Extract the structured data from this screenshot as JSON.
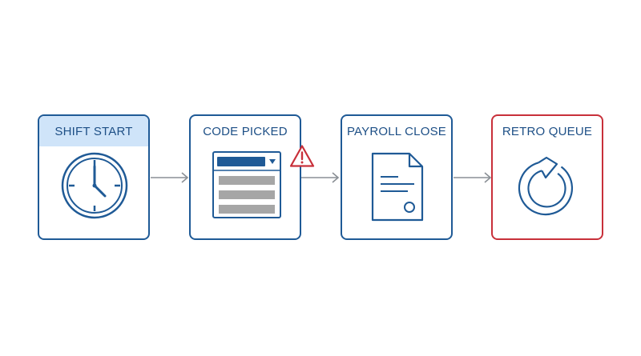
{
  "diagram": {
    "steps": [
      {
        "title": "SHIFT START",
        "icon": "clock-icon"
      },
      {
        "title": "CODE PICKED",
        "icon": "dropdown-list-icon"
      },
      {
        "title": "PAYROLL CLOSE",
        "icon": "document-icon"
      },
      {
        "title": "RETRO QUEUE",
        "icon": "refresh-icon"
      }
    ],
    "warning_icon": "warning-icon",
    "colors": {
      "primary": "#1f5a96",
      "alert": "#c8303a",
      "highlight": "#cfe4f9",
      "connector": "#8a8f95",
      "placeholder_bar": "#a6a6a6"
    }
  }
}
